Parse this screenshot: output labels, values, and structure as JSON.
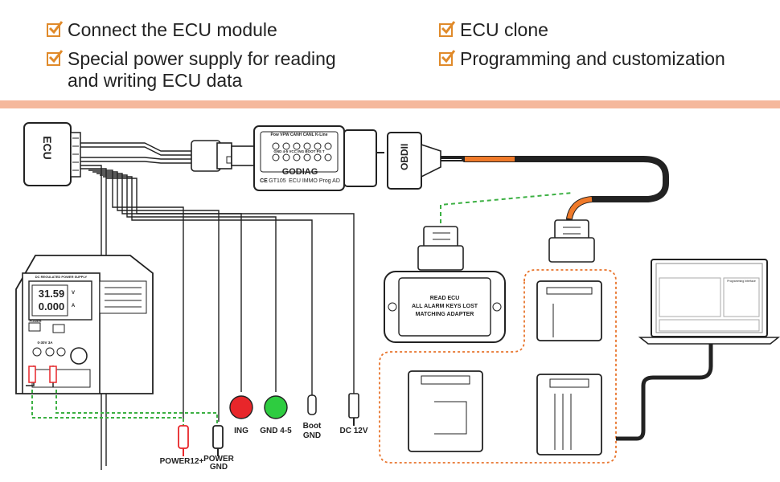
{
  "features": [
    {
      "line1": "Connect the ECU module",
      "line2": ""
    },
    {
      "line1": "Special power supply for reading",
      "line2": "and writing ECU data"
    },
    {
      "line1": "ECU clone",
      "line2": ""
    },
    {
      "line1": "Programming and customization",
      "line2": ""
    }
  ],
  "ecu": {
    "label": "ECU"
  },
  "obd_cable": {
    "label": "OBDII"
  },
  "adapter": {
    "brand": "GODIAG",
    "model": "GT105",
    "subtitle": "ECU IMMO Prog AD",
    "pin_header_top": "Pow VPW CANH CANL K-Line",
    "pin_header_bottom": "GND 4-5  VCC  ING  BOOT  PS T",
    "ce": "CE"
  },
  "power_supply": {
    "title": "DC REGULATED POWER SUPPLY",
    "voltage": "31.59",
    "current": "0.000",
    "voltage_unit": "V",
    "current_unit": "A",
    "power_label": "POWER",
    "range": "0-30V 3A"
  },
  "leads": {
    "ing": "ING",
    "gnd45": "GND 4-5",
    "boot_line1": "Boot",
    "boot_line2": "GND",
    "dc12v": "DC 12V",
    "power12": "POWER12+",
    "power_gnd_line1": "POWER",
    "power_gnd_line2": "GND"
  },
  "tablet": {
    "line1": "READ ECU",
    "line2": "ALL ALARM KEYS LOST",
    "line3": "MATCHING ADAPTER"
  },
  "laptop": {
    "pane_title": "Programming Interface"
  },
  "colors": {
    "accent_bar": "#f5b89c",
    "checkbox": "#e08a2a",
    "dashed_green": "#3cb043",
    "dashed_orange": "#e8742c",
    "orange_cable": "#f07a2a",
    "ing_red": "#e8262a",
    "gnd_green": "#2ecc40"
  }
}
